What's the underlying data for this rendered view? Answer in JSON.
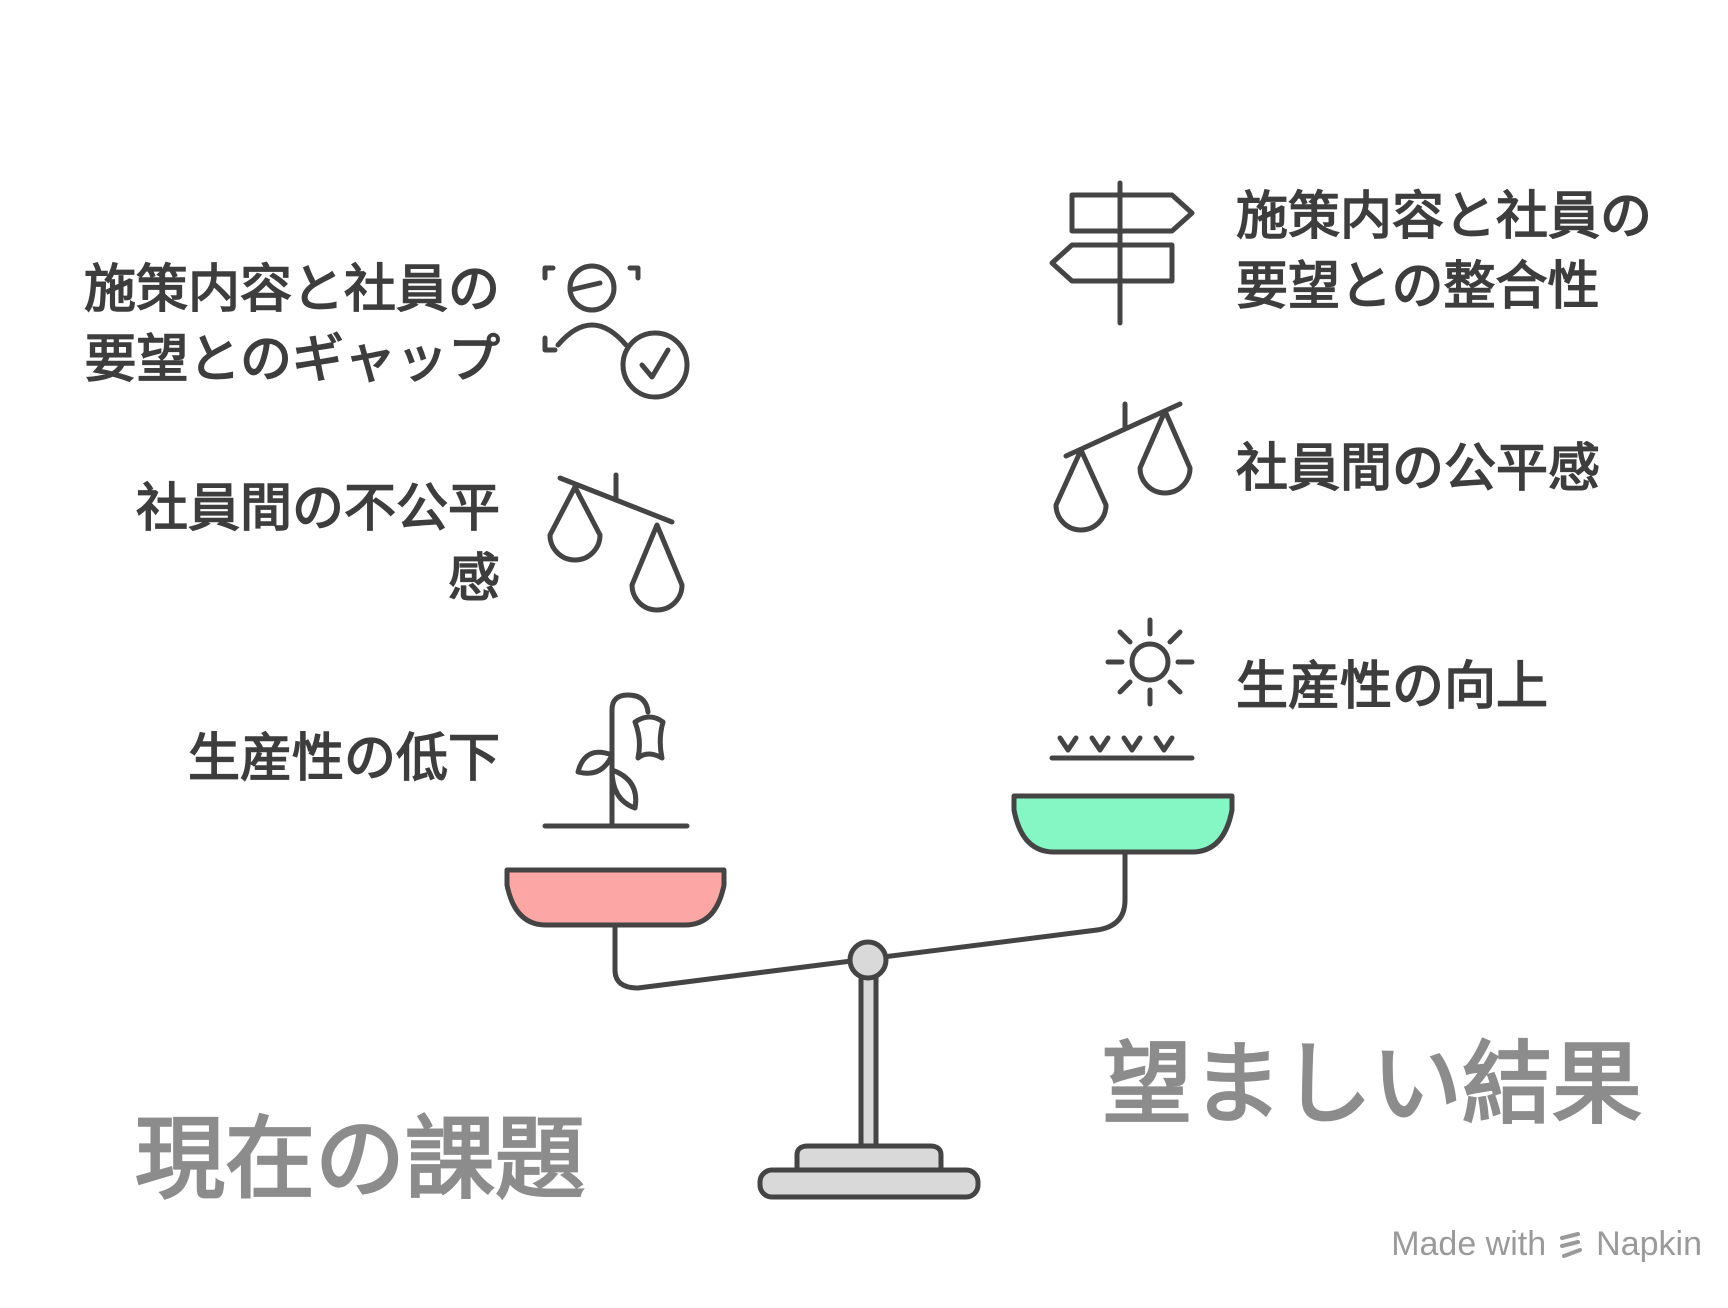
{
  "left": {
    "heading": "現在の課題",
    "items": [
      {
        "label": "施策内容と社員の\n要望とのギャップ",
        "icon": "person-check-icon"
      },
      {
        "label": "社員間の不公平\n感",
        "icon": "unbalanced-scale-icon"
      },
      {
        "label": "生産性の低下",
        "icon": "wilted-plant-icon"
      }
    ],
    "pan_color": "#fca7a5"
  },
  "right": {
    "heading": "望ましい結果",
    "items": [
      {
        "label": "施策内容と社員の\n要望との整合性",
        "icon": "signpost-icon"
      },
      {
        "label": "社員間の公平感",
        "icon": "balanced-scale-icon"
      },
      {
        "label": "生産性の向上",
        "icon": "sun-grass-icon"
      }
    ],
    "pan_color": "#84f7c4"
  },
  "footer": {
    "made_with": "Made with",
    "brand": "Napkin"
  }
}
